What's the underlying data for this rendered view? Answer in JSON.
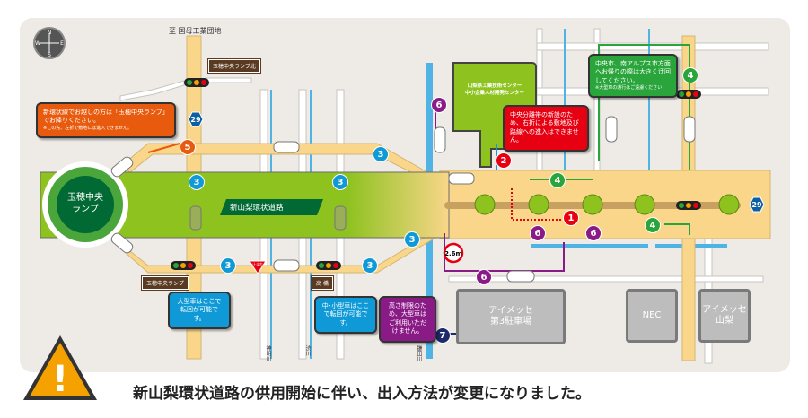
{
  "map": {
    "compass": {
      "n": "N",
      "s": "S",
      "e": "E",
      "w": "W"
    },
    "destination_north": "至 国母工業団地",
    "ramp_circle": "玉穂中央\nランプ",
    "ramp_line1": "玉穂中央",
    "ramp_line2": "ランプ",
    "road_name": "新山梨環状道路",
    "route_number": "29",
    "signs": {
      "ramp_north": "玉穂中央ランプ北",
      "ramp": "玉穂中央ランプ",
      "takahashi": "高 橋"
    },
    "stop_sign": "止まれ",
    "height_limit": "2.6m",
    "rivers": [
      "神明川",
      "渋川",
      "鎌田川"
    ],
    "step_numbers": [
      "1",
      "2",
      "3",
      "4",
      "5",
      "6",
      "7"
    ],
    "buildings": {
      "center": [
        "山梨県工業技術センター",
        "中小企業人材開発センター"
      ],
      "parking": [
        "アイメッセ",
        "第3駐車場"
      ],
      "nec": "NEC",
      "imesse": [
        "アイメッセ",
        "山梨"
      ]
    },
    "callouts": {
      "orange": {
        "text": "新環状線でお越しの方は「玉穂中央ランプ」でお降りください。",
        "note": "※この先、左折で敷地には進入できません。"
      },
      "red": {
        "text": "中央分離帯の新設のため、右折による敷地及び路線への進入はできません。"
      },
      "green": {
        "text": "中央市、南アルプス市方面へお帰りの際は大きく迂回してください。",
        "note": "※大型車の通行はご遠慮ください"
      },
      "blue_large": {
        "text": "大型車はここで転回が可能です。"
      },
      "blue_small": {
        "text": "中･小型車はここで転回が可能です。"
      },
      "purple": {
        "text": "高さ制限のため、大型車はご利用いただけません。"
      }
    },
    "footer": "新山梨環状道路の供用開始に伴い、出入方法が変更になりました。",
    "warning_symbol": "!"
  },
  "colors": {
    "panel": "#eeeae5",
    "road": "#f9d68a",
    "green_road": "#8dc21f",
    "ramp_dark": "#006934",
    "orange": "#e85a0e",
    "red": "#e60012",
    "green": "#2aa53b",
    "blue": "#0f9ad7",
    "purple": "#8a1a85",
    "navy": "#1d2a6b",
    "warning": "#f5a100"
  }
}
